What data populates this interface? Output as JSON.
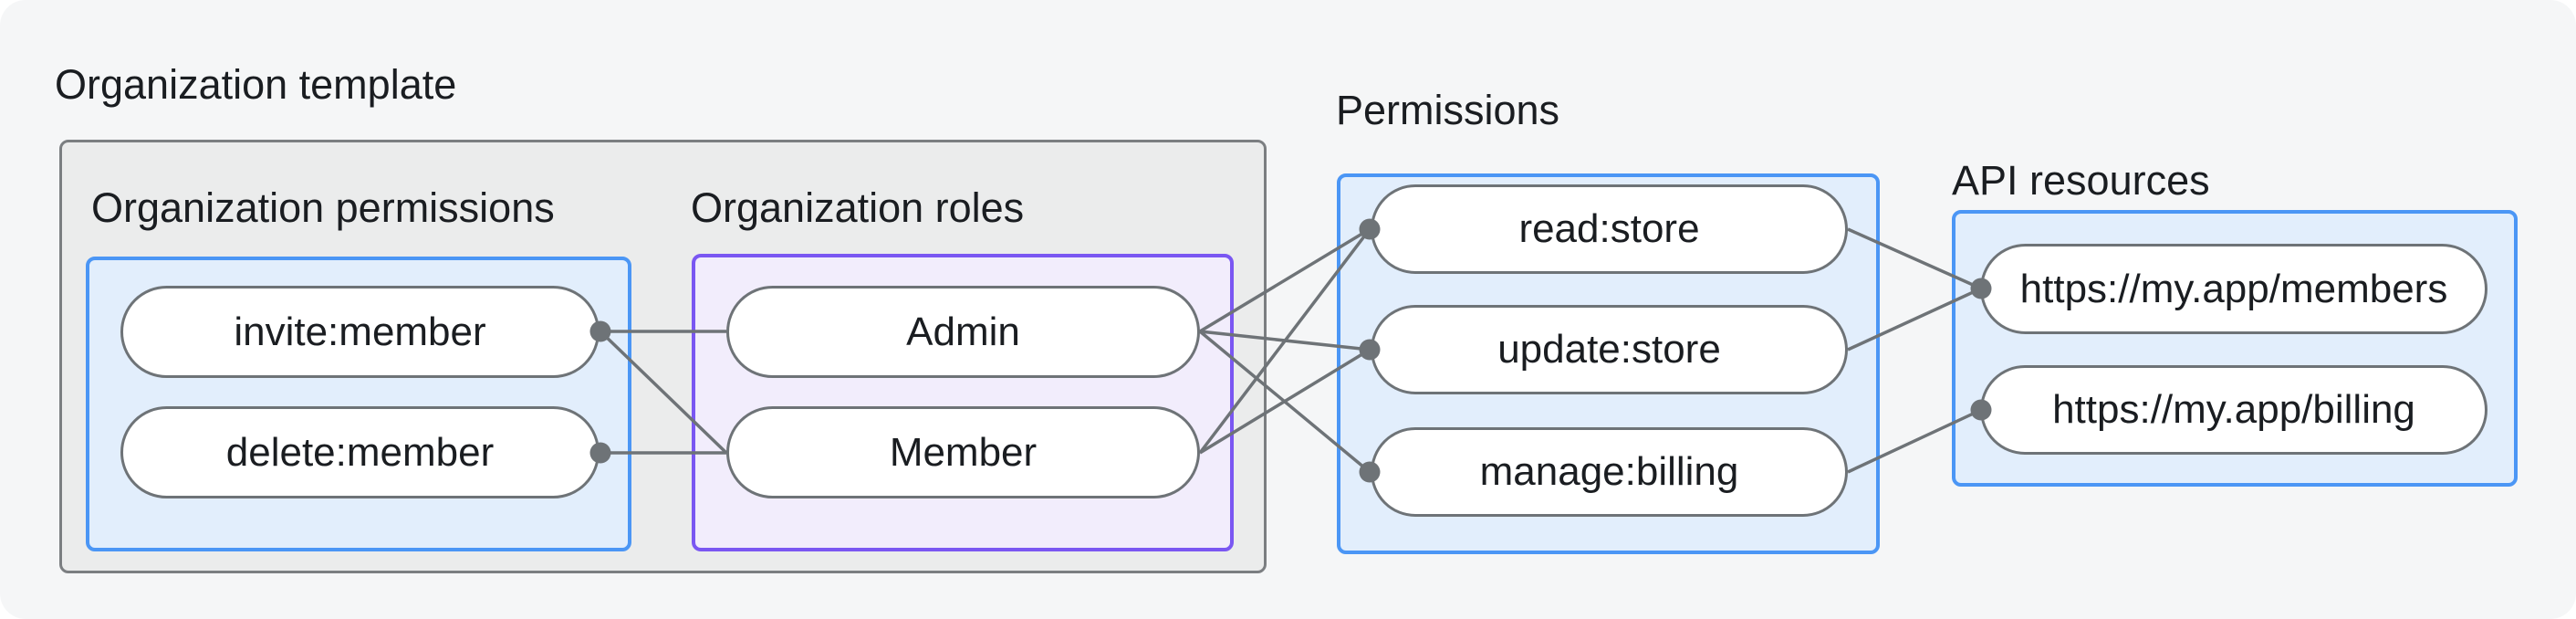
{
  "groups": {
    "template": {
      "title": "Organization template"
    },
    "org_permissions": {
      "title": "Organization permissions",
      "nodes": [
        "invite:member",
        "delete:member"
      ]
    },
    "org_roles": {
      "title": "Organization roles",
      "nodes": [
        "Admin",
        "Member"
      ]
    },
    "permissions": {
      "title": "Permissions",
      "nodes": [
        "read:store",
        "update:store",
        "manage:billing"
      ]
    },
    "api_resources": {
      "title": "API resources",
      "nodes": [
        "https://my.app/members",
        "https://my.app/billing"
      ]
    }
  },
  "edges": [
    [
      "invite:member",
      "Admin"
    ],
    [
      "invite:member",
      "Member"
    ],
    [
      "delete:member",
      "Member"
    ],
    [
      "Admin",
      "read:store"
    ],
    [
      "Admin",
      "update:store"
    ],
    [
      "Admin",
      "manage:billing"
    ],
    [
      "Member",
      "read:store"
    ],
    [
      "Member",
      "update:store"
    ],
    [
      "read:store",
      "https://my.app/members"
    ],
    [
      "update:store",
      "https://my.app/members"
    ],
    [
      "manage:billing",
      "https://my.app/billing"
    ]
  ],
  "colors": {
    "page_background": "#f5f6f7",
    "gray_group_fill": "#ebecec",
    "gray_group_border": "#7b7e81",
    "blue_group_fill": "#e2eefc",
    "blue_group_border": "#4b96f5",
    "purple_group_fill": "#f2edfc",
    "purple_group_border": "#7a57f2",
    "node_border": "#6e7377",
    "connector_line": "#6e7377",
    "text": "#1a1d21"
  }
}
